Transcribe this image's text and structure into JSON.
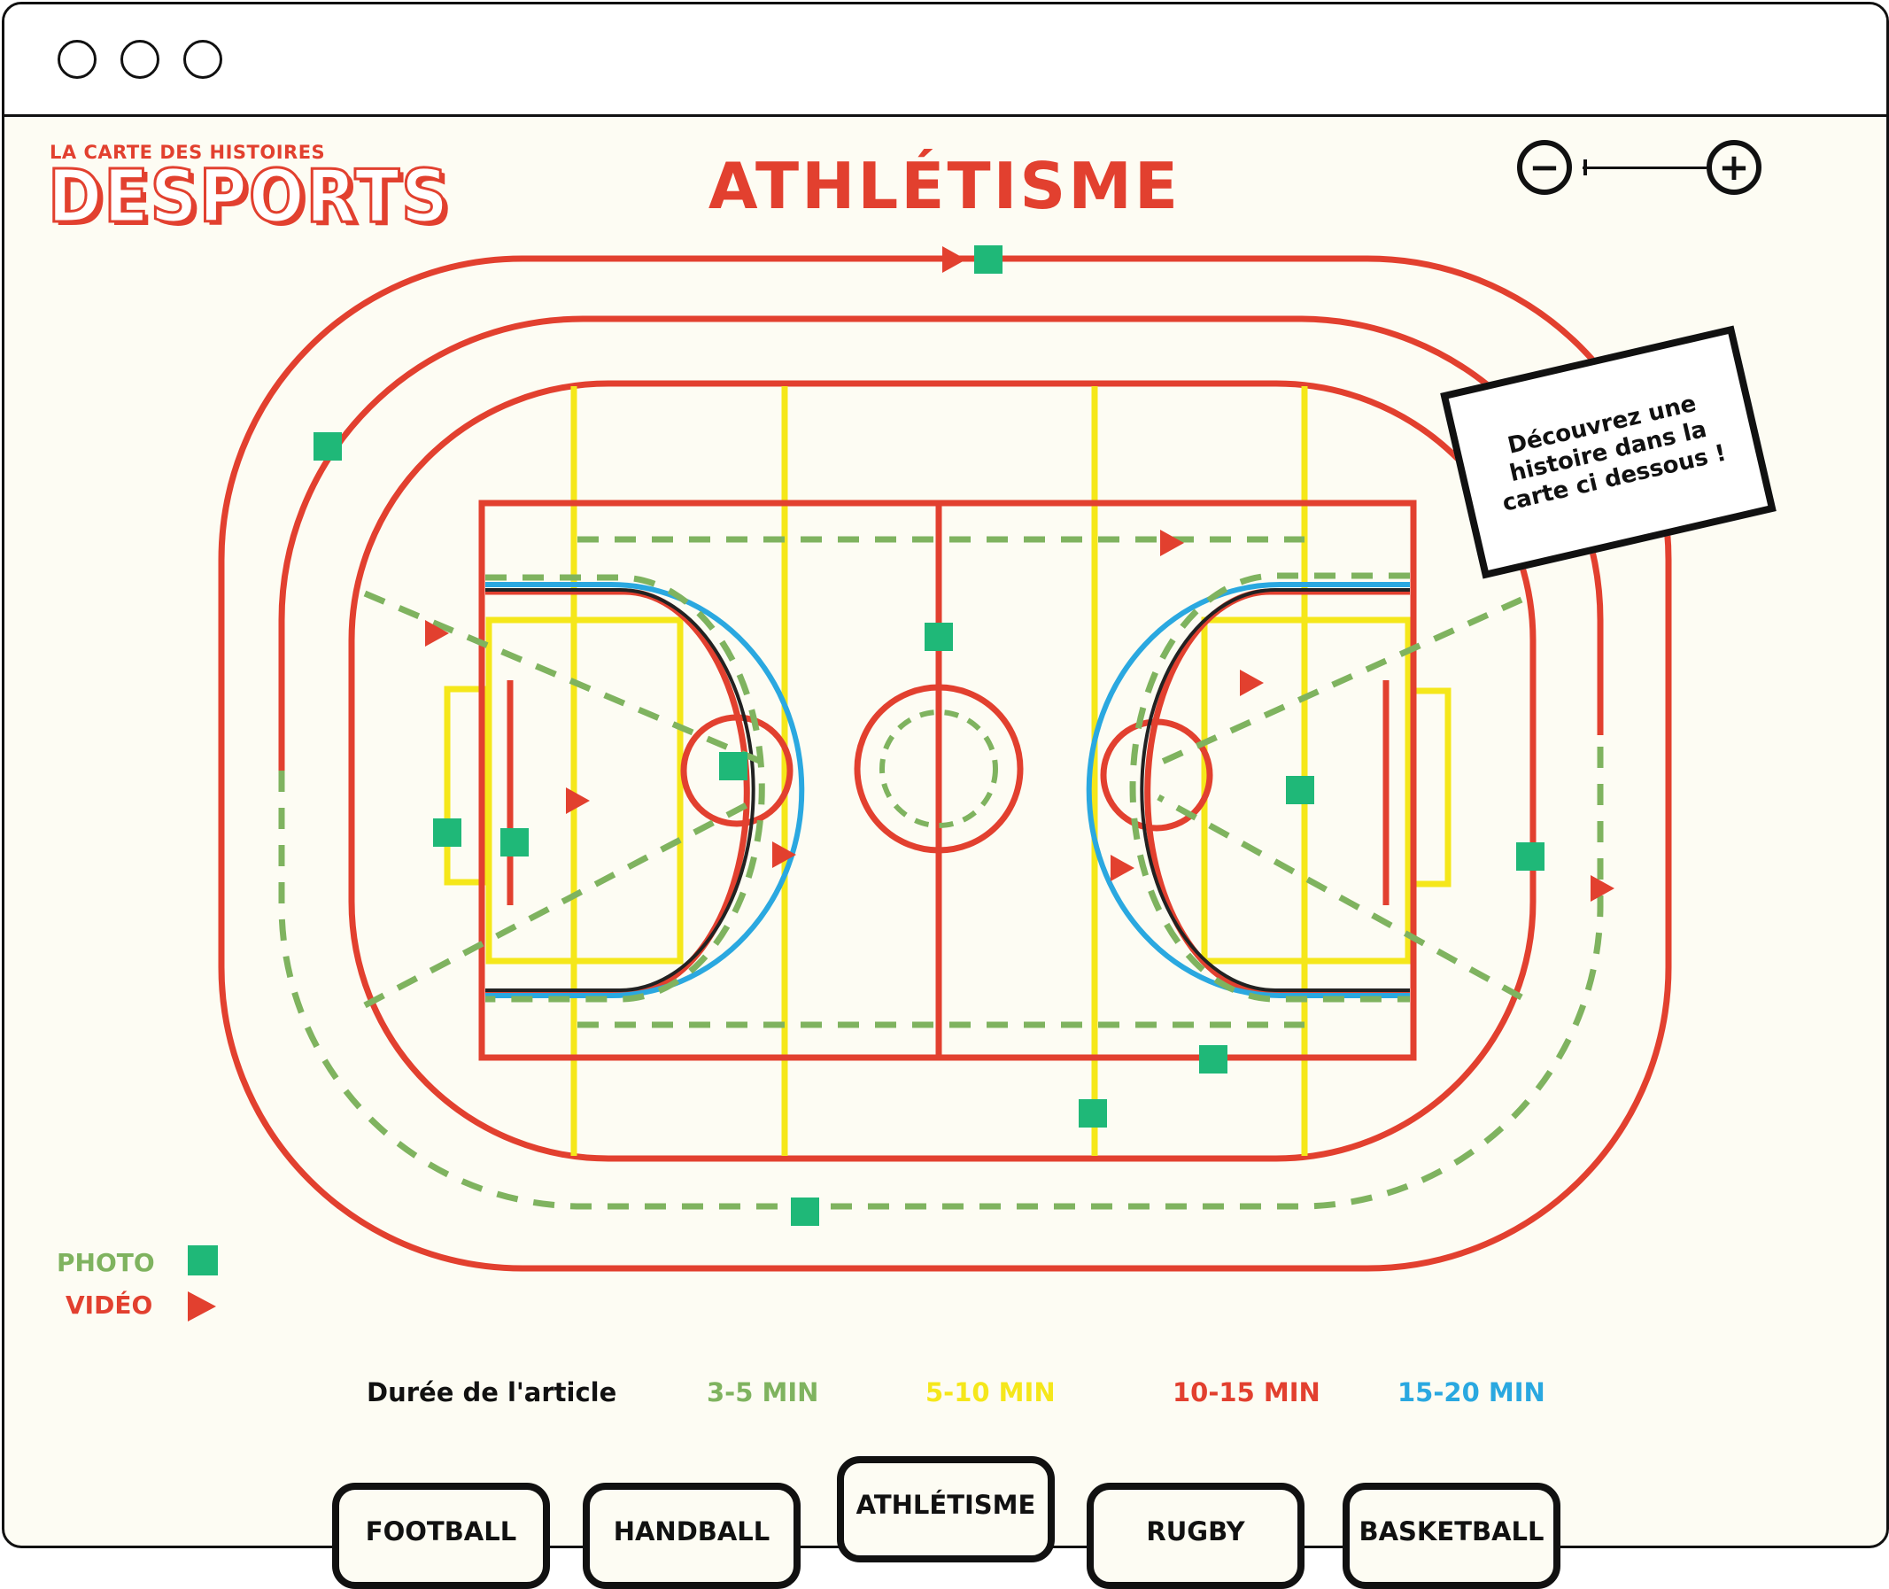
{
  "window": {
    "controls": [
      "close",
      "minimize",
      "maximize"
    ]
  },
  "header": {
    "logo_top": "LA CARTE DES HISTOIRES",
    "logo_main": "DESPORTS",
    "title": "ATHLÉTISME",
    "zoom_out_label": "−",
    "zoom_in_label": "+"
  },
  "callout": {
    "text": "Découvrez une histoire dans la carte ci dessous !"
  },
  "legend": {
    "photo_label": "PHOTO",
    "video_label": "VIDÉO",
    "photo_color": "#1fb878",
    "video_color": "#e2402f"
  },
  "duration": {
    "label": "Durée de l'article",
    "items": [
      {
        "label": "3-5 MIN",
        "color": "#7fb35f"
      },
      {
        "label": "5-10 MIN",
        "color": "#f5e71a"
      },
      {
        "label": "10-15 MIN",
        "color": "#e2402f"
      },
      {
        "label": "15-20 MIN",
        "color": "#2aa8e0"
      }
    ]
  },
  "tabs": [
    {
      "label": "FOOTBALL",
      "active": false
    },
    {
      "label": "HANDBALL",
      "active": false
    },
    {
      "label": "ATHLÉTISME",
      "active": true
    },
    {
      "label": "RUGBY",
      "active": false
    },
    {
      "label": "BASKETBALL",
      "active": false
    }
  ],
  "colors": {
    "red": "#e2402f",
    "yellow": "#f5e71a",
    "green_dash": "#7fb35f",
    "blue": "#2aa8e0",
    "marker_green": "#1fb878",
    "background": "#fdfcf3"
  }
}
